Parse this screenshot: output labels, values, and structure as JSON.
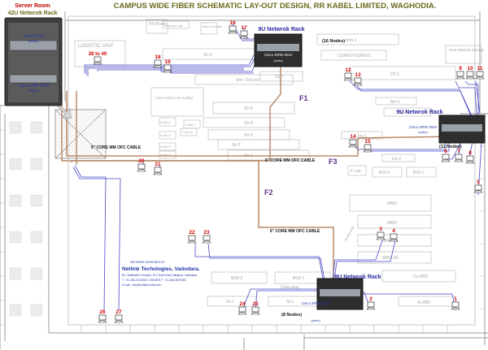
{
  "title": "CAMPUS WIDE FIBER SCHEMATIC LAY-OUT DESIGN, RR KABEL LIMITED, WAGHODIA.",
  "server_room": {
    "title": "Server Room",
    "rack_label": "42U Netwrok Rack",
    "device1_name": "Cisco 3520",
    "device1_sub": "(soho)",
    "device2_name": "Cisco SRW 2024",
    "device2_sub": "(soho)"
  },
  "racks": [
    {
      "label": "9U Netwrok Rack",
      "switch_name": "Cisco SRW 2024",
      "switch_sub": "(soho)",
      "nodes": "(16 Nodes)"
    },
    {
      "label": "9U Netwrok Rack",
      "switch_name": "Cisco SRW 2024",
      "switch_sub": "(soho)",
      "nodes": "(11 Nodes)"
    },
    {
      "label": "9U Netwrok Rack",
      "switch_name": "Cisco SRW 2024",
      "switch_sub": "(soho)",
      "nodes": "(8 Nodes)"
    }
  ],
  "floors": [
    "F1",
    "F2",
    "F3"
  ],
  "cables": [
    "6\" CORE MM OFC CABLE",
    "6\" CORE MM OFC CABLE",
    "6\" CORE MM OFC CABLE"
  ],
  "areas": [
    "HV Room",
    "Process Lab",
    "Staple Chamber",
    "Arm-1",
    "LOGISTIC UNIT",
    "Sh-6",
    "CORNOTOURIES",
    "Raw Material Storage",
    "DT-1",
    "Sh-7",
    "She. Out put",
    "7 nos multi Core coiling",
    "Sh-5",
    "Sh-4",
    "Coile-6",
    "Coile-7",
    "Coile-5",
    "Sh-3",
    "Coile-4",
    "Sh-2",
    "Coile-3",
    "Coile-2",
    "Sh-1",
    "Bin-1",
    "Bin-2",
    "Ins-1",
    "Ins-2",
    "F Lab",
    "B10-2",
    "B10-1",
    "MMH",
    "MMH",
    "MMH-14",
    "MMH-28",
    "BO6-2",
    "BO6-1",
    "Gang way",
    "Cu RBD",
    "Gang way",
    "St-2",
    "St-1",
    "Al RBD"
  ],
  "nodes": [
    "16",
    "17",
    "18",
    "19",
    "28 to 40",
    "9",
    "10",
    "11",
    "12",
    "13",
    "14",
    "15",
    "6",
    "7",
    "8",
    "5",
    "20",
    "21",
    "22",
    "23",
    "3",
    "4",
    "24",
    "25",
    "2",
    "1",
    "26",
    "27"
  ],
  "company": {
    "heading": "NETWORK DESIGNED BY",
    "name": "Netlink Techologies, Vadodara.",
    "address": "B1, Siddharth Complex, R.C.Dutt Road, Alkapuri, Vadodara.",
    "phone": "T : 91-265-2313303 / 2301876 F : 91-265-3570392",
    "email": "E-mail : info@netlink-india.com"
  },
  "colors": {
    "fiber": "#b88a6a",
    "lan": "#4a4ac8",
    "node_number": "#d10000",
    "floor_label": "#5a2a86",
    "title": "#6b6b1f"
  },
  "icons": [
    "network-rack-icon",
    "switch-icon",
    "computer-icon",
    "arrow-icon"
  ]
}
